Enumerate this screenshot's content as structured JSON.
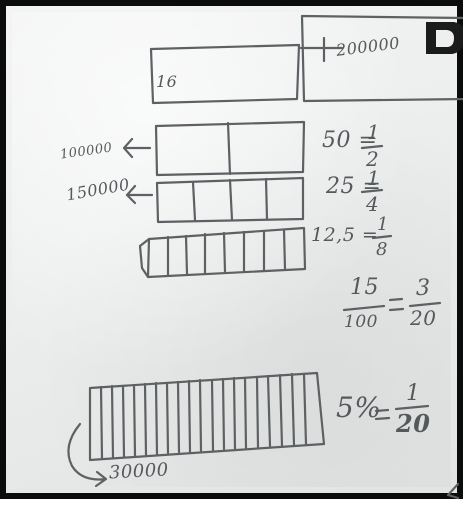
{
  "image": {
    "kind": "photo of hand-drawn sketch on paper",
    "labels": {
      "total": "200000",
      "sixteen": "16",
      "half_value": "100000",
      "quarter_value": "150000",
      "bottom_value": "30000",
      "fifty": "50 =",
      "half_num": "1",
      "half_den": "2",
      "twentyfive": "25 =",
      "quarter_num": "1",
      "quarter_den": "4",
      "twelve": "12,5 =",
      "eighth_num": "1",
      "eighth_den": "8",
      "fifteen_num": "15",
      "fifteen_den": "100",
      "three_num": "3",
      "three_den": "20",
      "five_pct": "5%",
      "twentieth_num": "1",
      "twentieth_den": "20"
    },
    "colors": {
      "pencil": "#5e6164",
      "paper": "#eceeee",
      "border": "#0b0b0b"
    }
  }
}
